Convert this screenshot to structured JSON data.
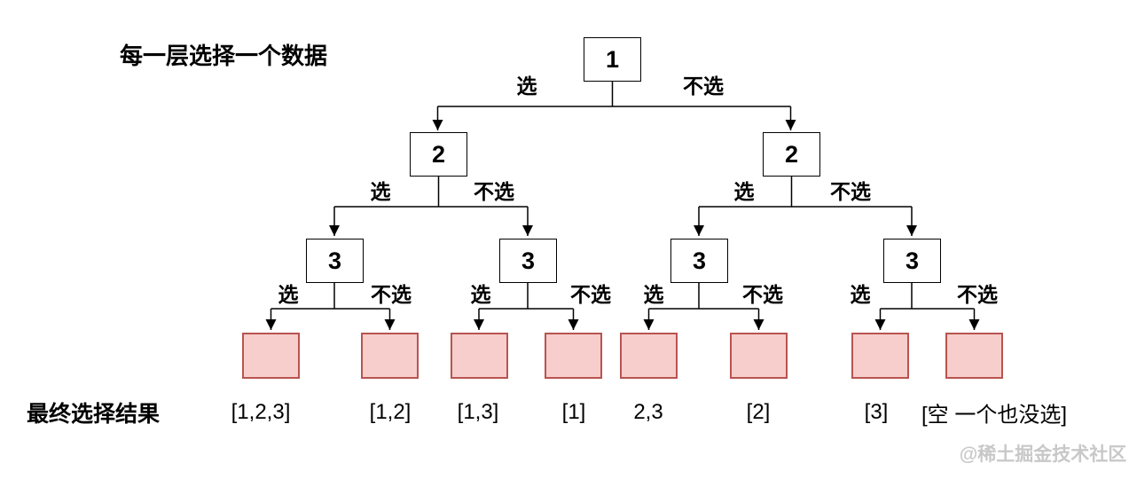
{
  "title": "每一层选择一个数据",
  "result_caption": "最终选择结果",
  "watermark": "@稀土掘金技术社区",
  "colors": {
    "leaf_fill": "#F8CECC",
    "leaf_border": "#B85450",
    "line": "#000000",
    "watermark": "#c8c8c8"
  },
  "tree": {
    "edge_labels": {
      "select": "选",
      "not_select": "不选"
    },
    "root": {
      "label": "1"
    },
    "level2": [
      {
        "label": "2"
      },
      {
        "label": "2"
      }
    ],
    "level3": [
      {
        "label": "3"
      },
      {
        "label": "3"
      },
      {
        "label": "3"
      },
      {
        "label": "3"
      }
    ],
    "results": [
      "[1,2,3]",
      "[1,2]",
      "[1,3]",
      "[1]",
      "2,3",
      "[2]",
      "[3]",
      "[空 一个也没选]"
    ]
  }
}
